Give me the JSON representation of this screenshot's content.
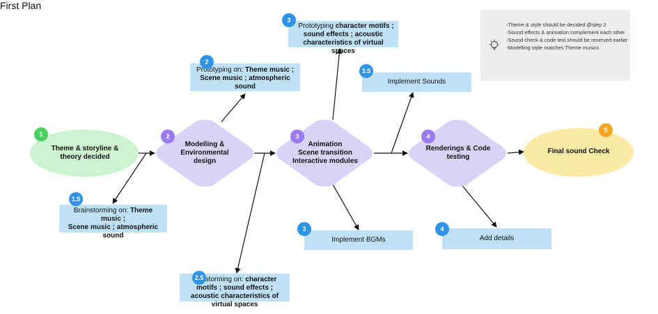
{
  "title": "First Plan",
  "colors": {
    "green": "#4ccf5c",
    "purple": "#9b7bf0",
    "blue": "#2f93e8",
    "orange": "#f5a623",
    "box": "#bfe1f7",
    "diamond": "#d8d4f7",
    "green_fill": "#cdf2cf",
    "yellow_fill": "#fbe9a6"
  },
  "nodes": {
    "theme": {
      "badge": "1",
      "text": "Theme & storyline & theory decided"
    },
    "modelling": {
      "badge": "2",
      "text": "Modelling & Environmental design"
    },
    "animation": {
      "badge": "3",
      "line1": "Animation",
      "line2": "Scene transition",
      "line3": "Interactive modules"
    },
    "rendering": {
      "badge": "4",
      "text": "Renderings & Code testing"
    },
    "final": {
      "badge": "5",
      "text": "Final sound Check"
    }
  },
  "boxes": {
    "brainstorm_1_5": {
      "badge": "1.5",
      "prefix": "Brainstorming on: ",
      "bold1": "Theme music ;",
      "bold2": "Scene music ; atmospheric sound"
    },
    "proto_2": {
      "badge": "2",
      "prefix": "Prototyping on: ",
      "bold1": "Theme music ;",
      "bold2": "Scene music ; atmospheric sound"
    },
    "brainstorm_2_5": {
      "badge": "2.5",
      "prefix": "storming on: ",
      "bold1": "character",
      "bold2": "motifs ; sound effects ; acoustic characteristics of virtual spaces"
    },
    "proto_3": {
      "badge": "3",
      "prefix": "Prototyping ",
      "bold1": "character motifs ;",
      "bold2": "sound effects ; acoustic characteristics of virtual spaces"
    },
    "sounds_3_5": {
      "badge": "3.5",
      "text": "Implement Sounds"
    },
    "bgms_3": {
      "badge": "3",
      "text": "Implement BGMs"
    },
    "details_4": {
      "badge": "4",
      "text": "Add details"
    }
  },
  "note": {
    "icon": "lightbulb-icon",
    "lines": [
      "-Theme & style should be decided @step 2",
      "-Sound effects & animation complement each other",
      "-Sound check & code test should be reserved earlier",
      "-Modelling style matches Theme musics"
    ]
  }
}
